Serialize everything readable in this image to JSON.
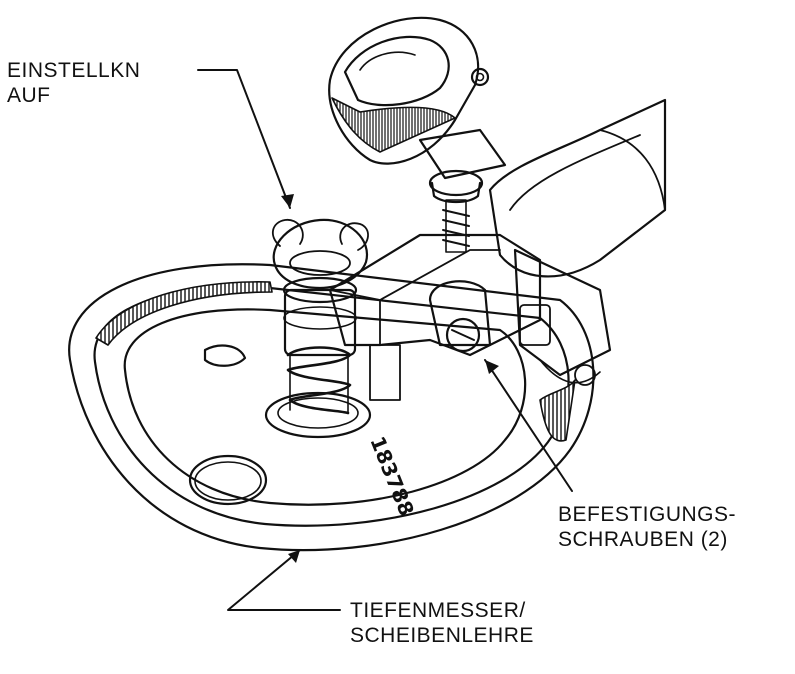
{
  "labels": {
    "adjustment_knob": [
      "EINSTELLKN",
      "AUF"
    ],
    "mounting_screws": [
      "BEFESTIGUNGS-",
      "SCHRAUBEN (2)"
    ],
    "depth_gauge": [
      "TIEFENMESSER/",
      "SCHEIBENLEHRE"
    ]
  },
  "part_number": "183788",
  "colors": {
    "ink": "#111111",
    "paper": "#ffffff",
    "shade": "#d9d9d9"
  }
}
